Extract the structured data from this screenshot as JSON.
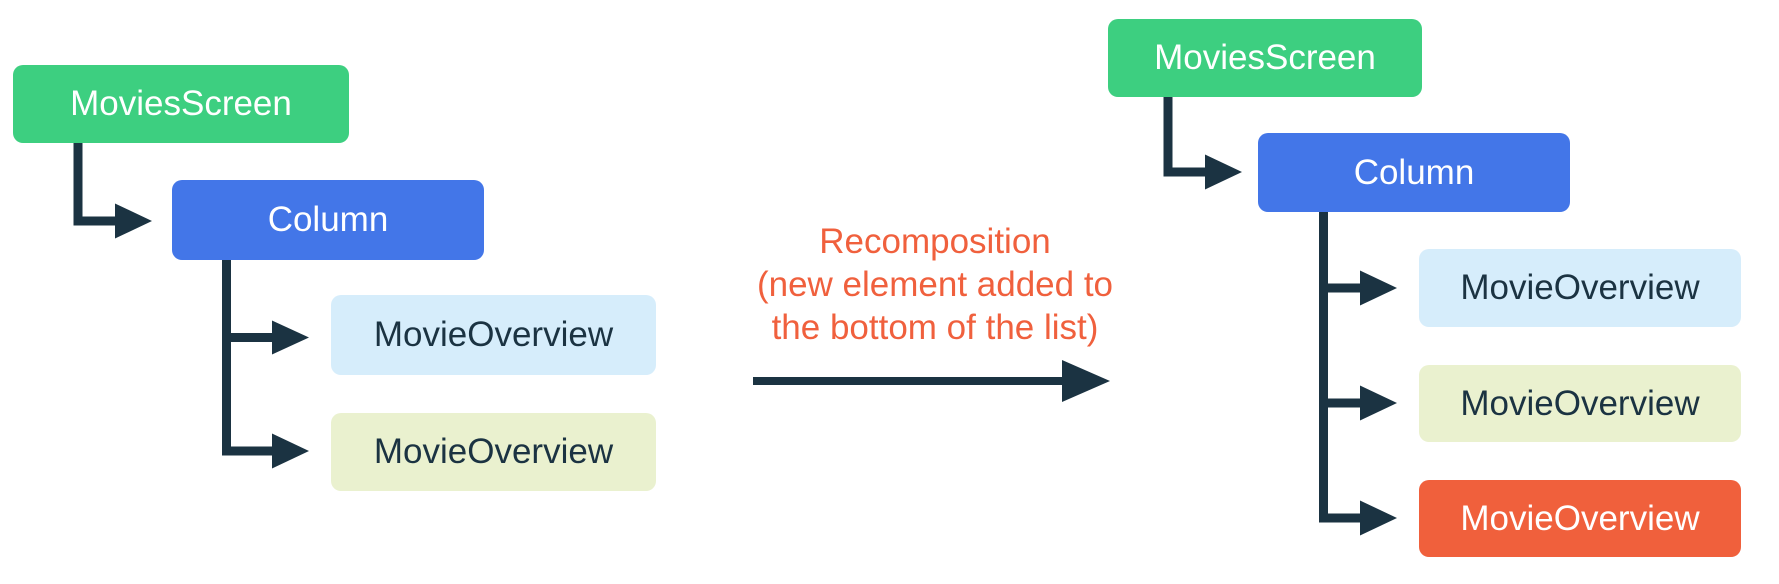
{
  "colors": {
    "green": "#3DCF80",
    "blue": "#4376E8",
    "light_blue": "#D6EDFB",
    "pale_yellow": "#EAF1CF",
    "orange": "#F0603C",
    "caption_orange": "#F0603D",
    "ink": "#1B3342",
    "background": "#FFFFFF"
  },
  "left_tree": {
    "root": "MoviesScreen",
    "container": "Column",
    "children": [
      "MovieOverview",
      "MovieOverview"
    ]
  },
  "caption": {
    "line1": "Recomposition",
    "line2": "(new element added to",
    "line3": "the bottom of the list)"
  },
  "right_tree": {
    "root": "MoviesScreen",
    "container": "Column",
    "children": [
      "MovieOverview",
      "MovieOverview",
      "MovieOverview"
    ]
  }
}
